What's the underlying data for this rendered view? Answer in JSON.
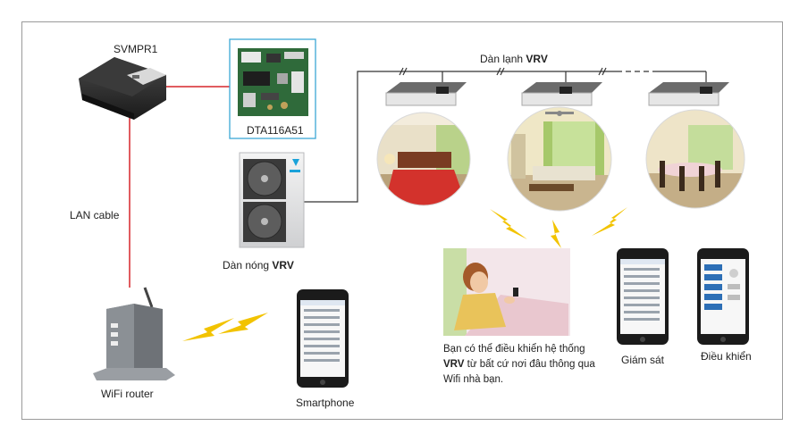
{
  "devices": {
    "adapter": "SVMPR1",
    "interface_board": "DTA116A51",
    "lan_cable": "LAN cable",
    "wifi_router": "WiFi router",
    "smartphone": "Smartphone"
  },
  "outdoor": {
    "prefix": "Dàn nóng ",
    "brand": "VRV"
  },
  "indoor": {
    "prefix": "Dàn lạnh ",
    "brand": "VRV"
  },
  "caption": {
    "line1": "Bạn có thể điều khiển hệ thống",
    "line2_brand": "VRV",
    "line2_rest": " từ bất cứ nơi đâu thông qua",
    "line3": "Wifi nhà bạn."
  },
  "phones": {
    "monitor": "Giám sát",
    "control": "Điều khiển"
  },
  "colors": {
    "red_cable": "#d7262b",
    "control_line": "#333333",
    "lightning": "#f2c300",
    "board_frame": "#3ba7d6",
    "frame_border": "#9a9a9a"
  }
}
